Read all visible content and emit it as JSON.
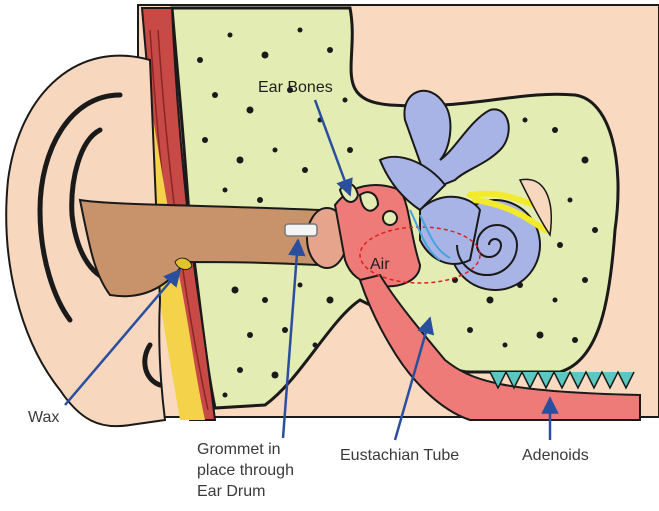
{
  "diagram": {
    "labels": {
      "ear_bones": "Ear Bones",
      "air": "Air",
      "wax": "Wax",
      "grommet_line1": "Grommet in",
      "grommet_line2": "place through",
      "grommet_line3": "Ear Drum",
      "eustachian_tube": "Eustachian Tube",
      "adenoids": "Adenoids"
    },
    "colors": {
      "skin": "#f9d9c0",
      "bone": "#e3ecb2",
      "outer_ear": "#f7d7bd",
      "ear_canal": "#c8926a",
      "muscle": "#c84a46",
      "middle_ear": "#ef7b78",
      "inner_ear": "#a9b4e6",
      "nerve": "#f2ea2a",
      "adenoids": "#5bc7c2",
      "arrow": "#2a4f9e",
      "outline": "#1a1a1a"
    }
  }
}
